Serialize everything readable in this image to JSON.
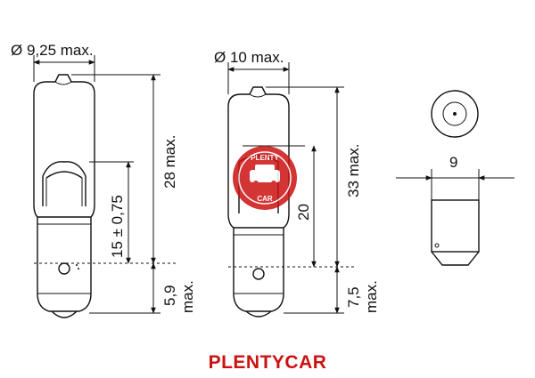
{
  "bulb_left": {
    "diameter": "Ø 9,25 max.",
    "height_total": "28 max.",
    "height_filament": "15 ± 0,75",
    "base_height": "5,9",
    "base_max": "max."
  },
  "bulb_right": {
    "diameter": "Ø 10 max.",
    "height_total": "33 max.",
    "height_filament": "20",
    "base_height": "7,5",
    "base_max": "max."
  },
  "side_view": {
    "width": "9"
  },
  "watermark": {
    "logo_top": "PLENTY",
    "logo_bottom": "CAR",
    "brand_color": "#cc1111"
  },
  "footer": {
    "brand": "PLENTYCAR"
  }
}
